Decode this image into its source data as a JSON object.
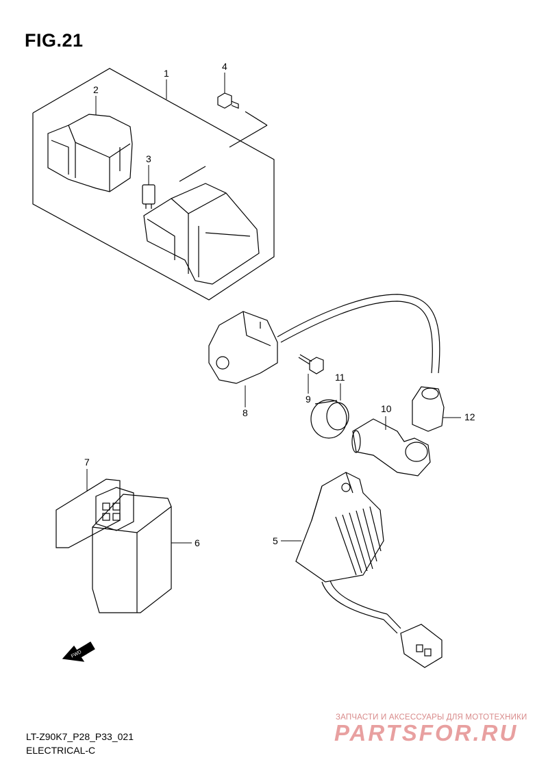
{
  "figure": {
    "title": "FIG.21"
  },
  "callouts": [
    "1",
    "2",
    "3",
    "4",
    "5",
    "6",
    "7",
    "8",
    "9",
    "10",
    "11",
    "12"
  ],
  "fwd_label": "FWD",
  "footer": {
    "model": "LT-Z90K7_P28_P33_021",
    "section": "ELECTRICAL-C"
  },
  "watermark": {
    "subtitle": "ЗАПЧАСТИ И АКСЕССУАРЫ ДЛЯ МОТОТЕХНИКИ",
    "brand": "PARTSFOR.RU"
  },
  "colors": {
    "line": "#000000",
    "watermark": "#e8a0a0"
  }
}
